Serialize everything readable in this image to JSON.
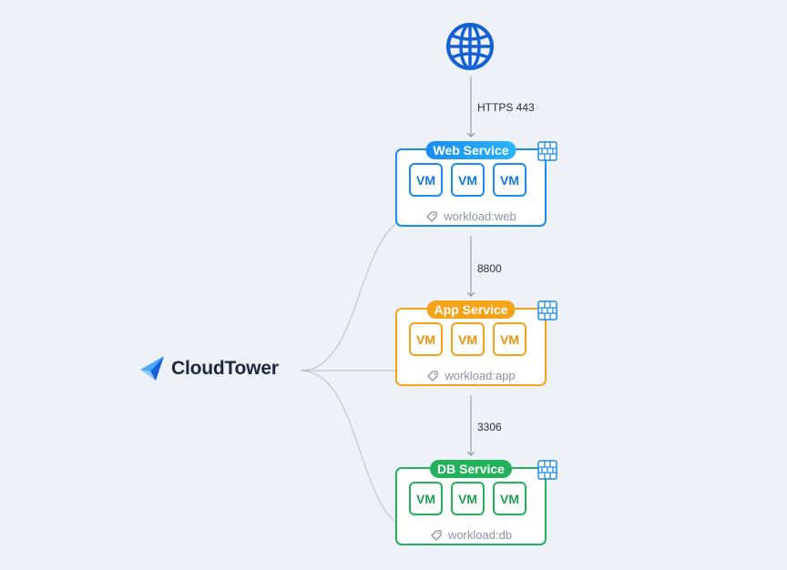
{
  "brand": {
    "name": "CloudTower"
  },
  "edges": [
    {
      "label": "HTTPS 443"
    },
    {
      "label": "8800"
    },
    {
      "label": "3306"
    }
  ],
  "services": [
    {
      "title": "Web Service",
      "vms": [
        "VM",
        "VM",
        "VM"
      ],
      "tag": "workload:web",
      "color": "#1a8cf0"
    },
    {
      "title": "App Service",
      "vms": [
        "VM",
        "VM",
        "VM"
      ],
      "tag": "workload:app",
      "color": "#f5a319"
    },
    {
      "title": "DB Service",
      "vms": [
        "VM",
        "VM",
        "VM"
      ],
      "tag": "workload:db",
      "color": "#22b35a"
    }
  ],
  "icons": {
    "internet": "globe-icon",
    "firewall": "firewall-icon",
    "tag": "tag-icon",
    "logo": "cloudtower-logo-icon"
  }
}
